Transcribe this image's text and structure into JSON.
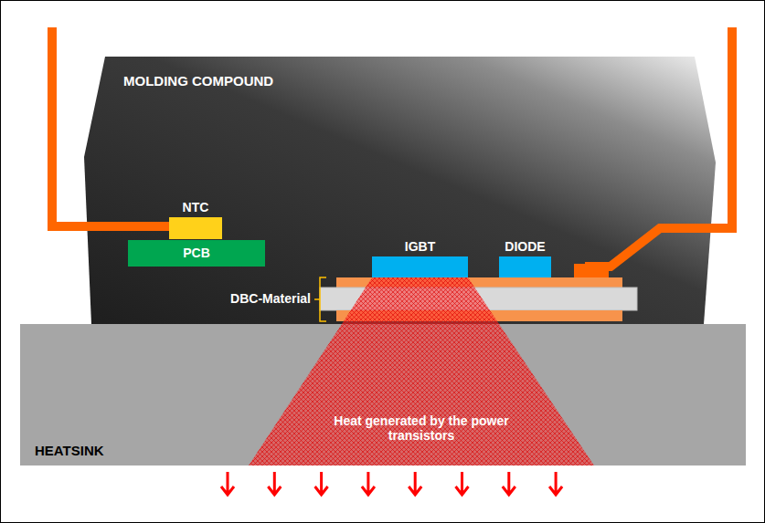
{
  "diagram": {
    "nodes": [
      {
        "text": [
          "MOLDING COMPOUND"
        ]
      },
      {
        "text": [
          "NTC"
        ],
        "in": 0
      },
      {
        "text": [
          "PCB"
        ],
        "in": 0
      },
      {
        "text": [
          "IGBT"
        ],
        "in": 0
      },
      {
        "text": [
          "DIODE"
        ],
        "in": 0
      },
      {
        "text": [
          "HEATSINK"
        ]
      },
      {
        "text": [
          "Heat generated by the power transistors"
        ],
        "in": 5
      }
    ],
    "labels": [
      "DBC-Material"
    ]
  }
}
